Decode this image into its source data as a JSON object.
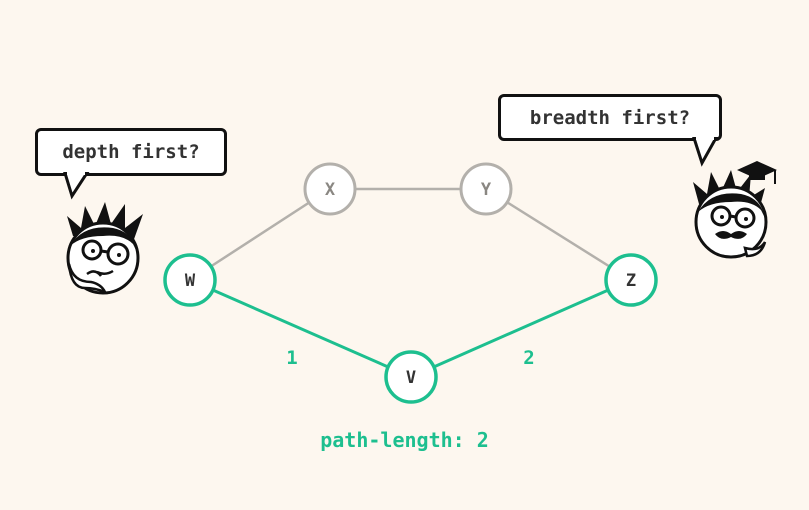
{
  "colors": {
    "background": "#fdf7ef",
    "path": "#1dbf8f",
    "inactive": "#b3b0ab",
    "inactive_text": "#8a8782",
    "node_text": "#333333",
    "ink": "#111111"
  },
  "bubbles": {
    "left": "depth first?",
    "right": "breadth first?"
  },
  "characters": {
    "left": "thinking-face-icon",
    "right": "professor-face-icon"
  },
  "graph": {
    "nodes": [
      {
        "id": "W",
        "label": "W",
        "on_path": true
      },
      {
        "id": "X",
        "label": "X",
        "on_path": false
      },
      {
        "id": "Y",
        "label": "Y",
        "on_path": false
      },
      {
        "id": "Z",
        "label": "Z",
        "on_path": true
      },
      {
        "id": "V",
        "label": "V",
        "on_path": true
      }
    ],
    "edges": [
      {
        "from": "W",
        "to": "X",
        "on_path": false,
        "label": ""
      },
      {
        "from": "X",
        "to": "Y",
        "on_path": false,
        "label": ""
      },
      {
        "from": "Y",
        "to": "Z",
        "on_path": false,
        "label": ""
      },
      {
        "from": "W",
        "to": "V",
        "on_path": true,
        "label": "1"
      },
      {
        "from": "V",
        "to": "Z",
        "on_path": true,
        "label": "2"
      }
    ]
  },
  "result": {
    "text": "path-length: 2"
  }
}
